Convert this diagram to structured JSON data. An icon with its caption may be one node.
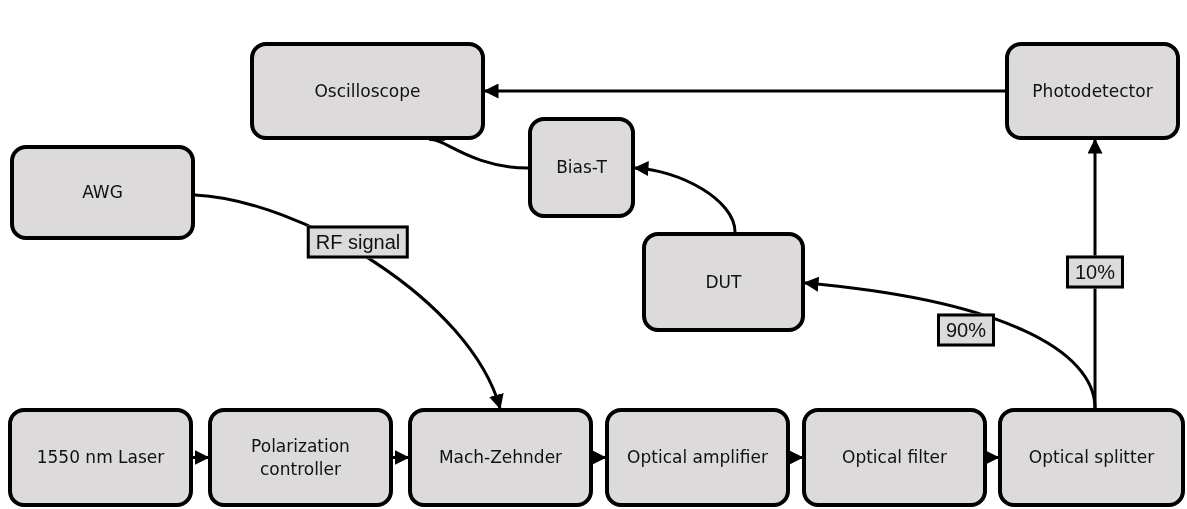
{
  "diagram": {
    "nodes": [
      {
        "text": [
          "Oscilloscope"
        ]
      },
      {
        "text": [
          "Photodetector"
        ]
      },
      {
        "text": [
          "AWG"
        ]
      },
      {
        "text": [
          "Bias-T"
        ]
      },
      {
        "text": [
          "DUT"
        ]
      },
      {
        "text": [
          "1550 nm Laser"
        ]
      },
      {
        "text": [
          "Polarization controller"
        ]
      },
      {
        "text": [
          "Mach-Zehnder"
        ]
      },
      {
        "text": [
          "Optical amplifier"
        ]
      },
      {
        "text": [
          "Optical filter"
        ]
      },
      {
        "text": [
          "Optical splitter"
        ]
      }
    ],
    "edges": [
      {
        "from": 1,
        "to": 0,
        "arrow": "to"
      },
      {
        "from": 3,
        "to": 0,
        "arrow": "to"
      },
      {
        "from": 4,
        "to": 3,
        "arrow": "to"
      },
      {
        "from": 2,
        "to": 7,
        "arrow": "to",
        "label": "RF signal"
      },
      {
        "from": 10,
        "to": 4,
        "arrow": "to",
        "label": "90%"
      },
      {
        "from": 10,
        "to": 1,
        "arrow": "to",
        "label": "10%"
      },
      {
        "from": 5,
        "to": 6,
        "arrow": "to"
      },
      {
        "from": 6,
        "to": 7,
        "arrow": "to"
      },
      {
        "from": 7,
        "to": 8,
        "arrow": "to"
      },
      {
        "from": 8,
        "to": 9,
        "arrow": "to"
      },
      {
        "from": 9,
        "to": 10,
        "arrow": "to"
      }
    ]
  }
}
